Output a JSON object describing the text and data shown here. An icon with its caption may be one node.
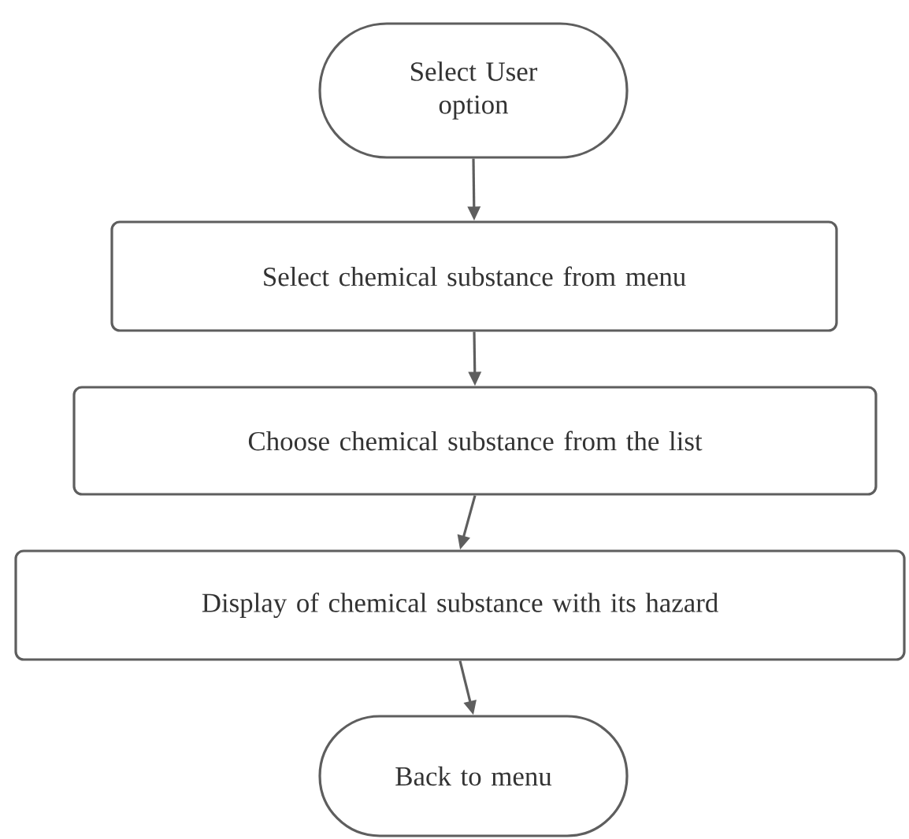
{
  "diagram": {
    "nodes": [
      {
        "text": [
          "Select User option"
        ]
      },
      {
        "text": [
          "Select chemical substance from menu"
        ]
      },
      {
        "text": [
          "Choose chemical substance from the list"
        ]
      },
      {
        "text": [
          "Display of chemical substance with its hazard"
        ]
      },
      {
        "text": [
          "Back to menu"
        ]
      }
    ],
    "edges": [
      {
        "from": 0,
        "to": 1,
        "arrow": "to"
      },
      {
        "from": 1,
        "to": 2,
        "arrow": "to"
      },
      {
        "from": 2,
        "to": 3,
        "arrow": "to"
      },
      {
        "from": 3,
        "to": 4,
        "arrow": "to"
      }
    ]
  }
}
